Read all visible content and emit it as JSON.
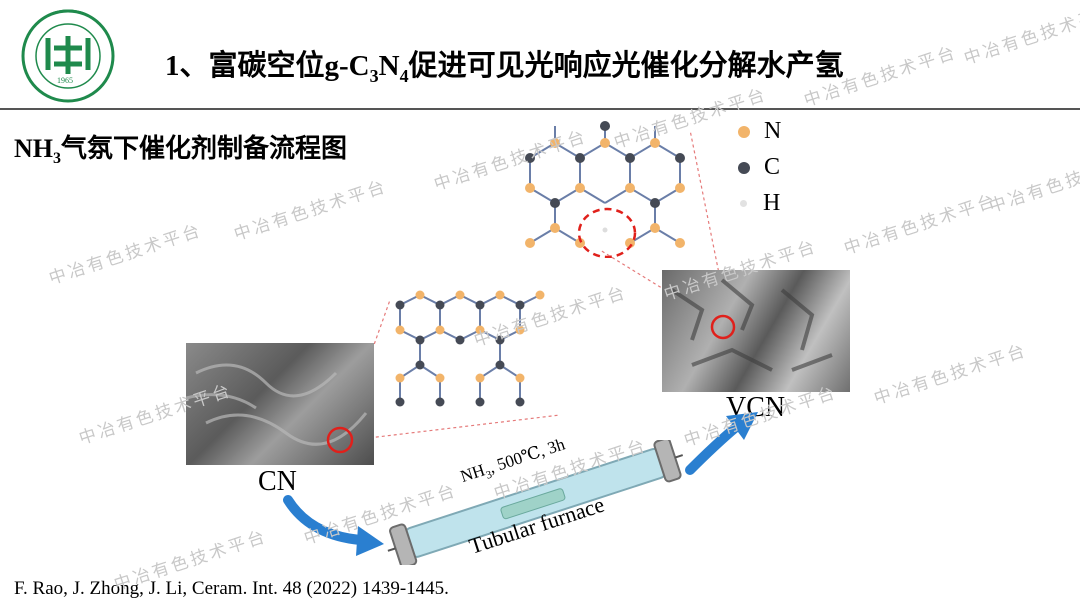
{
  "header": {
    "title_pre": "1、富碳空位g-C",
    "title_sub1": "3",
    "title_mid": "N",
    "title_sub2": "4",
    "title_post": "促进可见光响应光催化分解水产氢"
  },
  "logo": {
    "year": "1965"
  },
  "section": {
    "heading_pre": "NH",
    "heading_sub": "3",
    "heading_post": "气氛下催化剂制备流程图"
  },
  "legend": [
    {
      "label": "N",
      "color": "#f2b46a"
    },
    {
      "label": "C",
      "color": "#454a55"
    },
    {
      "label": "H",
      "color": "#dddddd"
    }
  ],
  "labels": {
    "cn": "CN",
    "vcn": "VCN",
    "furnace_condition_pre": "NH",
    "furnace_condition_sub": "3",
    "furnace_condition_post": ", 500℃, 3h",
    "furnace_name": "Tubular furnace"
  },
  "citation": "F. Rao, J. Zhong, J. Li, Ceram. Int. 48 (2022) 1439-1445.",
  "watermark": "中冶有色技术平台",
  "colors": {
    "accent_green": "#1f8a4c",
    "highlight_red": "#e0201b",
    "arrow_blue": "#2a7fd0",
    "tube_cyan": "#bfe3ec"
  }
}
